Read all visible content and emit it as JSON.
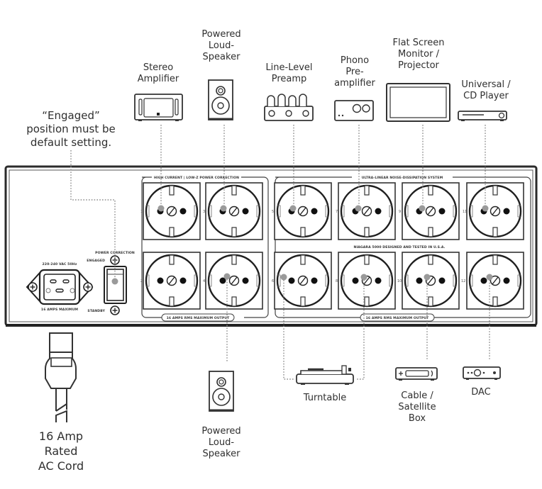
{
  "title": "Power conditioner rear panel connection diagram",
  "colors": {
    "line": "#2a2a2a",
    "panel_border": "#333333",
    "marker": "#9a9a9a",
    "leader": "#8c8c8c",
    "background": "#ffffff"
  },
  "note": {
    "line1": "“Engaged”",
    "line2": "position must be",
    "line3": "default setting."
  },
  "devices_top": [
    {
      "name": "stereo-amplifier",
      "icon": "amplifier-icon",
      "lines": [
        "Stereo",
        "Amplifier"
      ]
    },
    {
      "name": "powered-loudspeaker-top",
      "icon": "speaker-icon",
      "lines": [
        "Powered",
        "Loud-",
        "Speaker"
      ]
    },
    {
      "name": "line-level-preamp",
      "icon": "tube-preamp-icon",
      "lines": [
        "Line-Level",
        "Preamp"
      ]
    },
    {
      "name": "phono-preamplifier",
      "icon": "phono-preamp-icon",
      "lines": [
        "Phono",
        "Pre-",
        "amplifier"
      ]
    },
    {
      "name": "flat-screen-monitor",
      "icon": "monitor-icon",
      "lines": [
        "Flat Screen",
        "Monitor /",
        "Projector"
      ]
    },
    {
      "name": "universal-cd-player",
      "icon": "cd-player-icon",
      "lines": [
        "Universal /",
        "CD Player"
      ]
    }
  ],
  "devices_bottom": [
    {
      "name": "powered-loudspeaker-bottom",
      "icon": "speaker-icon",
      "lines": [
        "Powered",
        "Loud-",
        "Speaker"
      ]
    },
    {
      "name": "turntable",
      "icon": "turntable-icon",
      "lines": [
        "Turntable"
      ]
    },
    {
      "name": "cable-satellite-box",
      "icon": "set-top-box-icon",
      "lines": [
        "Cable /",
        "Satellite",
        "Box"
      ]
    },
    {
      "name": "dac",
      "icon": "dac-icon",
      "lines": [
        "DAC"
      ]
    }
  ],
  "cord": {
    "icon": "ac-plug-icon",
    "lines": [
      "16 Amp",
      "Rated",
      "AC Cord"
    ]
  },
  "panel": {
    "inlet_top_label": "220-240 VAC 50Hz",
    "inlet_bottom_label": "16 AMPS MAXIMUM",
    "switch_title": "POWER CORRECTION",
    "switch_on_label": "ENGAGED",
    "switch_off_label": "STANDBY",
    "bank1_title": "HIGH CURRENT | LOW-Z POWER CORRECTION",
    "bank1_footer": "16 AMPS RMS MAXIMUM OUTPUT",
    "bank2_title": "ULTRA-LINEAR NOISE-DISSIPATION SYSTEM",
    "bank2_middle": "NIAGARA 5000 DESIGNED AND TESTED IN U.S.A.",
    "bank2_footer": "16 AMPS RMS MAXIMUM OUTPUT",
    "outlet_numbers_top": [
      "1",
      "3",
      "5",
      "7",
      "9",
      "11"
    ],
    "outlet_numbers_bottom": [
      "2",
      "4",
      "6",
      "8",
      "10",
      "12"
    ]
  }
}
